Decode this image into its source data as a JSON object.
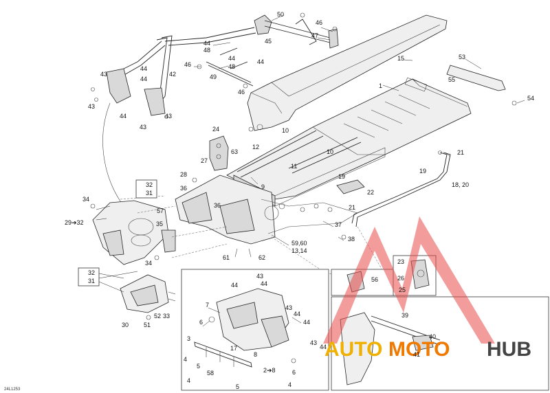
{
  "labels": {
    "l50": "50",
    "l46a": "46",
    "l47": "47",
    "l44a": "44",
    "l48a": "48",
    "l45": "45",
    "l44b": "44",
    "l48b": "48",
    "l44c": "44",
    "l46b": "46",
    "l49": "49",
    "l46c": "46",
    "l42": "42",
    "l43a": "43",
    "l44d": "44",
    "l44e": "44",
    "l43b": "43",
    "l44f": "44",
    "l43c": "43",
    "l43d": "43",
    "l15": "15",
    "l53": "53",
    "l55": "55",
    "l54": "54",
    "l1": "1",
    "l24": "24",
    "l10a": "10",
    "l12": "12",
    "l63": "63",
    "l10b": "10",
    "l11": "11",
    "l21a": "21",
    "l27": "27",
    "l28": "28",
    "l19a": "19",
    "l19b": "19",
    "l1820": "18, 20",
    "l32a": "32",
    "l31a": "31",
    "l36a": "36",
    "l9": "9",
    "l22": "22",
    "l34a": "34",
    "l57": "57",
    "l36b": "36",
    "l21b": "21",
    "l2932": "29➔32",
    "l35": "35",
    "l37": "37",
    "l38": "38",
    "l5960": "59,60",
    "l1314": "13,14",
    "l61": "61",
    "l62": "62",
    "l34b": "34",
    "l32b": "32",
    "l31b": "31",
    "l23": "23",
    "l26": "26",
    "l25": "25",
    "l56": "56",
    "l44g": "44",
    "l43e": "43",
    "l44h": "44",
    "l7": "7",
    "l43f": "43",
    "l44i": "44",
    "l6a": "6",
    "l44j": "44",
    "l39": "39",
    "l30": "30",
    "l52": "52",
    "l33": "33",
    "l51": "51",
    "l3": "3",
    "l17": "17",
    "l43g": "43",
    "l44k": "44",
    "l40": "40",
    "l41": "41",
    "l8a": "8",
    "l4a": "4",
    "l5a": "5",
    "l58": "58",
    "l4b": "4",
    "l28b": "2➔8",
    "l6b": "6",
    "l4c": "4",
    "l5b": "5"
  },
  "logo": {
    "auto": "AUTO",
    "moto": "MOTO",
    "hub": "HUB"
  },
  "code": "24L1253",
  "colors": {
    "logo_red": "#e84a4a",
    "logo_yellow": "#f0b000",
    "logo_orange": "#f07a00",
    "logo_gray": "#444444"
  }
}
